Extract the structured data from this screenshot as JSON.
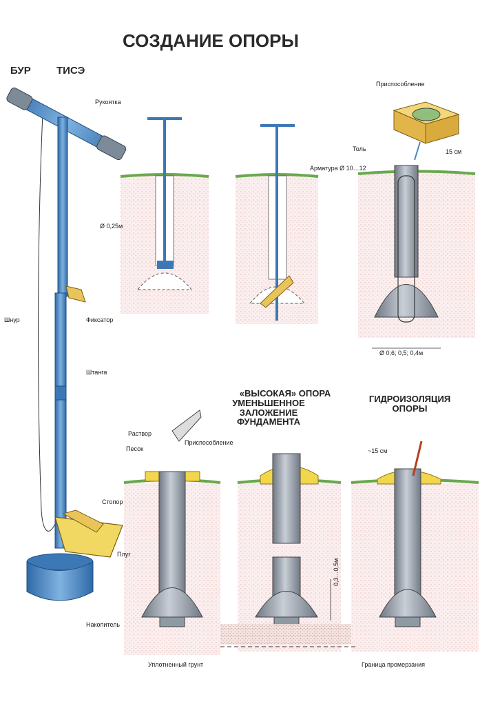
{
  "title": "СОЗДАНИЕ  ОПОРЫ",
  "drill": {
    "name_left": "БУР",
    "name_right": "ТИСЭ",
    "parts": {
      "handle": "Рукоятка",
      "cord": "Шнур",
      "clamp": "Фиксатор",
      "rod": "Штанга",
      "stopper": "Стопор",
      "plough": "Плуг",
      "collector": "Накопитель"
    }
  },
  "steps": {
    "diameter": "Ø 0,25м",
    "fixture_top": "Приспособление",
    "roofing": "Толь",
    "rebar": "Арматура Ø 10…12",
    "offset_15": "15 см",
    "base_diam": "Ø 0,6;  0,5;  0,4м"
  },
  "sections": {
    "high_support": "«ВЫСОКАЯ» ОПОРА",
    "reduced": "УМЕНЬШЕННОЕ ЗАЛОЖЕНИЕ ФУНДАМЕНТА",
    "waterproof": "ГИДРОИЗОЛЯЦИЯ ОПОРЫ"
  },
  "bottom": {
    "mortar": "Раствор",
    "sand": "Песок",
    "fixture": "Приспособление",
    "depth": "0,3…0,5м",
    "offset_15": "~15 см",
    "compacted": "Уплотненный грунт",
    "frost": "Граница промерзания"
  },
  "colors": {
    "metal": "#4a86c2",
    "concrete": "#9aa3ad",
    "soil": "#e8c9c3",
    "grass": "#6aa84f",
    "sand": "#f2d64b",
    "wood": "#e9c45a"
  }
}
